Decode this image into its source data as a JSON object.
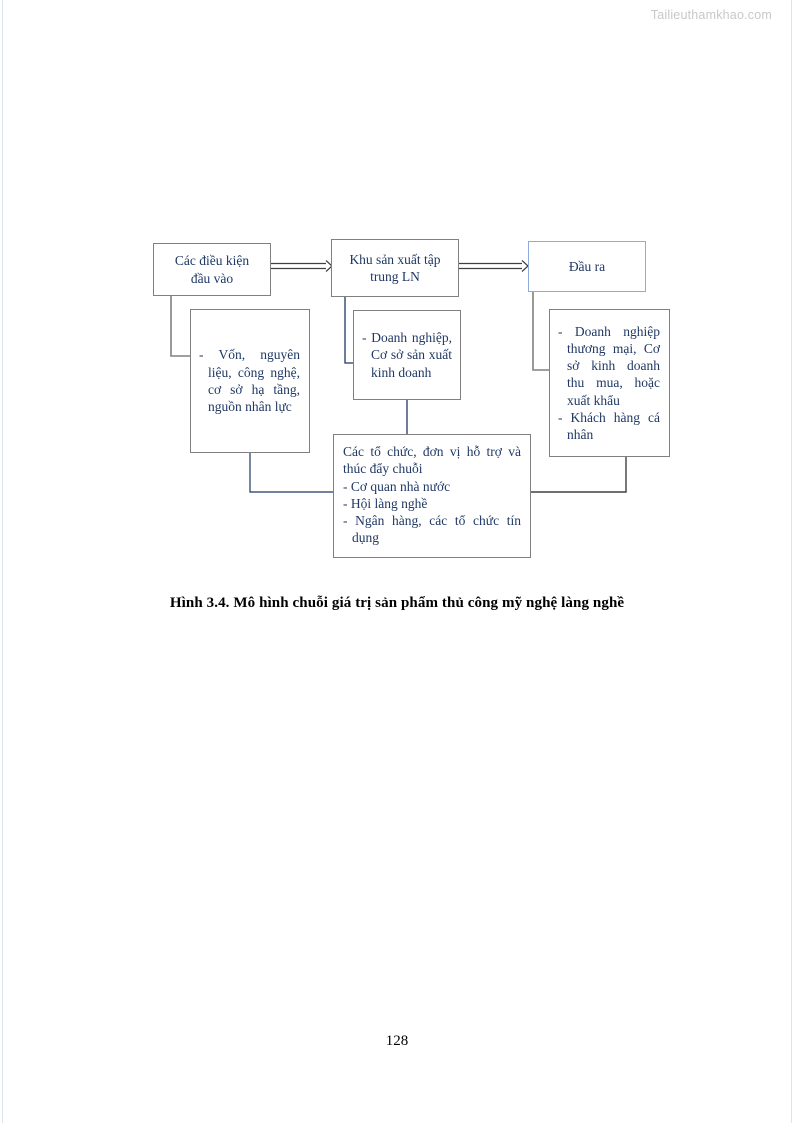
{
  "page": {
    "watermark": "Tailieuthamkhao.com",
    "number": "128",
    "caption": "Hình 3.4. Mô hình chuỗi giá trị sản phẩm thủ công mỹ nghệ làng nghề",
    "text_color": "#1f3864",
    "border_gray": "#808080",
    "border_blue": "#8faadc"
  },
  "diagram": {
    "nodes": {
      "inputs": {
        "label": "Các điều kiện\nđầu vào",
        "line1": "Các điều kiện",
        "line2": "đầu vào"
      },
      "production": {
        "line1": "Khu sản xuất tập",
        "line2": "trung LN"
      },
      "output": {
        "line1": "Đầu ra"
      },
      "input_detail": {
        "items": [
          "- Vốn, nguyên liệu, công nghệ, cơ sở hạ tầng, nguồn nhân lực"
        ]
      },
      "production_detail": {
        "items": [
          "- Doanh nghiệp, Cơ sở sản xuất kinh doanh"
        ]
      },
      "output_detail": {
        "items": [
          "- Doanh nghiệp thương mại, Cơ sở kinh doanh thu mua, hoặc xuất khẩu",
          "- Khách hàng cá nhân"
        ]
      },
      "support": {
        "heading": "Các tổ chức, đơn vị hỗ trợ và thúc đẩy chuỗi",
        "items": [
          "- Cơ quan nhà nước",
          "- Hội làng nghề",
          "- Ngân hàng, các tổ chức tín dụng"
        ]
      }
    },
    "connectors": [
      {
        "name": "inputs-to-production",
        "type": "block-arrow"
      },
      {
        "name": "production-to-output",
        "type": "block-arrow"
      },
      {
        "name": "inputs-to-input-detail",
        "type": "elbow"
      },
      {
        "name": "production-to-production-detail",
        "type": "elbow"
      },
      {
        "name": "output-to-output-detail",
        "type": "elbow"
      },
      {
        "name": "production-detail-to-support",
        "type": "line"
      },
      {
        "name": "input-detail-to-support",
        "type": "elbow"
      },
      {
        "name": "output-detail-to-support",
        "type": "elbow"
      }
    ]
  }
}
